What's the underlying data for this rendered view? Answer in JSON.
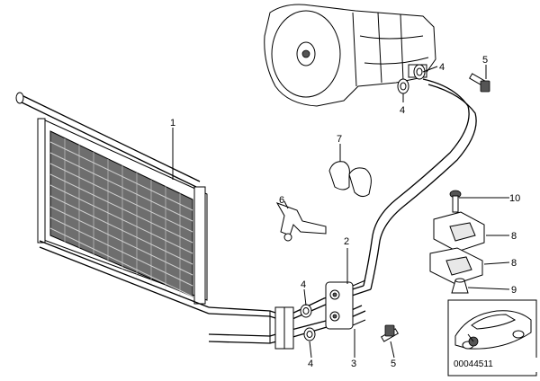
{
  "callouts": {
    "c1": "1",
    "c2": "2",
    "c3": "3",
    "c4a": "4",
    "c4b": "4",
    "c4c": "4",
    "c4d": "4",
    "c5a": "5",
    "c5b": "5",
    "c6": "6",
    "c7": "7",
    "c8a": "8",
    "c8b": "8",
    "c9": "9",
    "c10": "10"
  },
  "reference_id": "00044511"
}
